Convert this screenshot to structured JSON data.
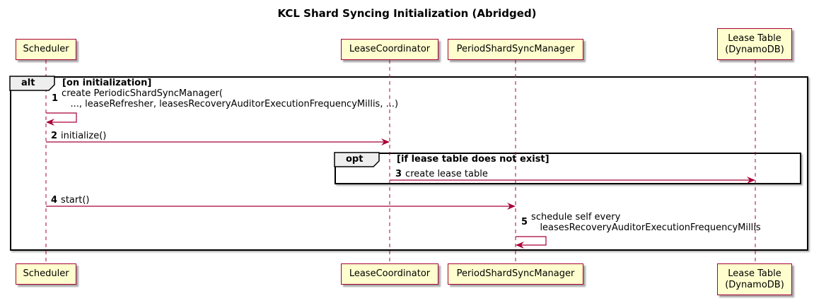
{
  "title": "KCL Shard Syncing Initialization (Abridged)",
  "diagram_type": "sequence-diagram",
  "colors": {
    "participant_fill": "#fefece",
    "participant_border": "#a80036",
    "lifeline": "#a80036",
    "arrow": "#a80036",
    "frame_border": "#000000",
    "frame_label_fill": "#eeeeee"
  },
  "participants": [
    {
      "label": "Scheduler"
    },
    {
      "label": "LeaseCoordinator"
    },
    {
      "label": "PeriodShardSyncManager"
    },
    {
      "label": "Lease Table\n(DynamoDB)"
    }
  ],
  "frames": [
    {
      "operator": "alt",
      "guard": "[on initialization]"
    },
    {
      "operator": "opt",
      "guard": "[if lease table does not exist]"
    }
  ],
  "messages": [
    {
      "seq": "1",
      "from": "Scheduler",
      "to": "Scheduler",
      "kind": "self",
      "text": "create PeriodicShardSyncManager(\n   ..., leaseRefresher, leasesRecoveryAuditorExecutionFrequencyMillis, ...)"
    },
    {
      "seq": "2",
      "from": "Scheduler",
      "to": "LeaseCoordinator",
      "kind": "sync",
      "text": "initialize()"
    },
    {
      "seq": "3",
      "from": "LeaseCoordinator",
      "to": "Lease Table (DynamoDB)",
      "kind": "sync",
      "text": "create lease table"
    },
    {
      "seq": "4",
      "from": "Scheduler",
      "to": "PeriodShardSyncManager",
      "kind": "sync",
      "text": "start()"
    },
    {
      "seq": "5",
      "from": "PeriodShardSyncManager",
      "to": "PeriodShardSyncManager",
      "kind": "self",
      "text": "schedule self every\n   leasesRecoveryAuditorExecutionFrequencyMillis"
    }
  ]
}
